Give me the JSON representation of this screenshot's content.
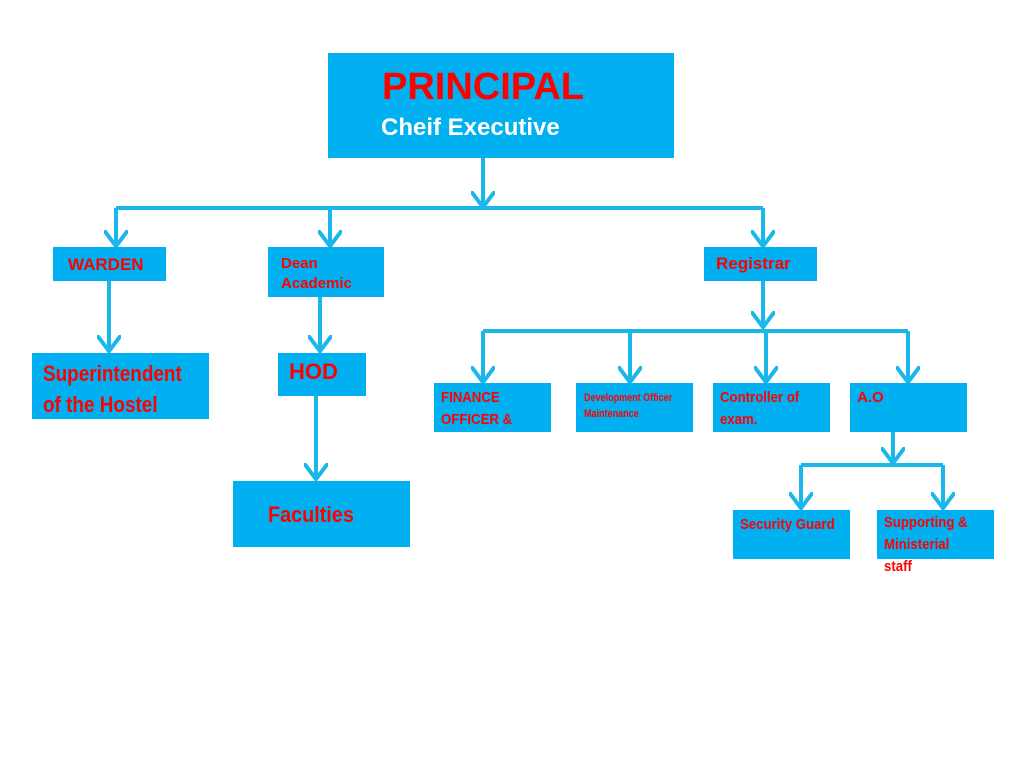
{
  "colors": {
    "box_fill": "#00b0f0",
    "connector": "#1ab7ea",
    "text_red": "#ff0000",
    "text_white": "#ffffff"
  },
  "principal": {
    "title": "PRINCIPAL",
    "subtitle": "Cheif Executive"
  },
  "warden": {
    "label": "WARDEN"
  },
  "dean": {
    "label": "Dean\n Academic"
  },
  "registrar": {
    "label": "Registrar"
  },
  "superintendent": {
    "label": "Superintendent\nof the Hostel"
  },
  "hod": {
    "label": "HOD"
  },
  "faculties": {
    "label": "Faculties"
  },
  "finance_officer": {
    "label": "FINANCE\nOFFICER &"
  },
  "development_officer": {
    "label": "Development Officer\nMaintenance"
  },
  "controller_of_exam": {
    "label": "Controller of\nexam."
  },
  "ao": {
    "label": "A.O"
  },
  "security_guard": {
    "label": "Security Guard"
  },
  "supporting_staff": {
    "label": "Supporting &\n Ministerial staff"
  }
}
